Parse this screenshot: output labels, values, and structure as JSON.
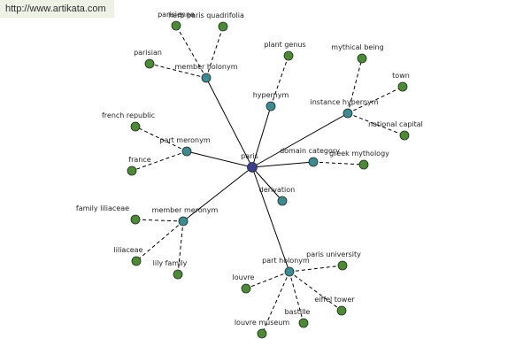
{
  "watermark": {
    "url": "http://www.artikata.com"
  },
  "colors": {
    "center_node": "#3b3f8f",
    "relation_node": "#3d8a93",
    "leaf_node": "#4d8a36",
    "node_stroke": "#1e2e1e",
    "background": "#ffffff"
  },
  "graph": {
    "center": {
      "id": "paris",
      "label": "paris"
    },
    "relations": [
      {
        "id": "member_holonym",
        "label": "member holonym"
      },
      {
        "id": "hypernym",
        "label": "hypernym"
      },
      {
        "id": "instance_hypernym",
        "label": "instance hypernym"
      },
      {
        "id": "part_meronym",
        "label": "part meronym"
      },
      {
        "id": "domain_category",
        "label": "domain category"
      },
      {
        "id": "derivation",
        "label": "derivation"
      },
      {
        "id": "member_meronym",
        "label": "member meronym"
      },
      {
        "id": "part_holonym",
        "label": "part holonym"
      }
    ],
    "leaves": [
      {
        "id": "parisienne",
        "label": "parisienne",
        "relation": "member_holonym"
      },
      {
        "id": "herb_paris",
        "label": "herb paris quadrifolia",
        "relation": "member_holonym"
      },
      {
        "id": "parisian",
        "label": "parisian",
        "relation": "member_holonym"
      },
      {
        "id": "plant_genus",
        "label": "plant genus",
        "relation": "hypernym"
      },
      {
        "id": "mythical_being",
        "label": "mythical being",
        "relation": "instance_hypernym"
      },
      {
        "id": "town",
        "label": "town",
        "relation": "instance_hypernym"
      },
      {
        "id": "national_capital",
        "label": "national capital",
        "relation": "instance_hypernym"
      },
      {
        "id": "french_republic",
        "label": "french republic",
        "relation": "part_meronym"
      },
      {
        "id": "france",
        "label": "france",
        "relation": "part_meronym"
      },
      {
        "id": "greek_mythology",
        "label": "greek mythology",
        "relation": "domain_category"
      },
      {
        "id": "family_liliaceae",
        "label": "family liliaceae",
        "relation": "member_meronym"
      },
      {
        "id": "liliaceae",
        "label": "liliaceae",
        "relation": "member_meronym"
      },
      {
        "id": "lily_family",
        "label": "lily family",
        "relation": "member_meronym"
      },
      {
        "id": "paris_university",
        "label": "paris university",
        "relation": "part_holonym"
      },
      {
        "id": "louvre",
        "label": "louvre",
        "relation": "part_holonym"
      },
      {
        "id": "eiffel_tower",
        "label": "eiffel tower",
        "relation": "part_holonym"
      },
      {
        "id": "bastille",
        "label": "bastille",
        "relation": "part_holonym"
      },
      {
        "id": "louvre_museum",
        "label": "louvre museum",
        "relation": "part_holonym"
      }
    ]
  }
}
